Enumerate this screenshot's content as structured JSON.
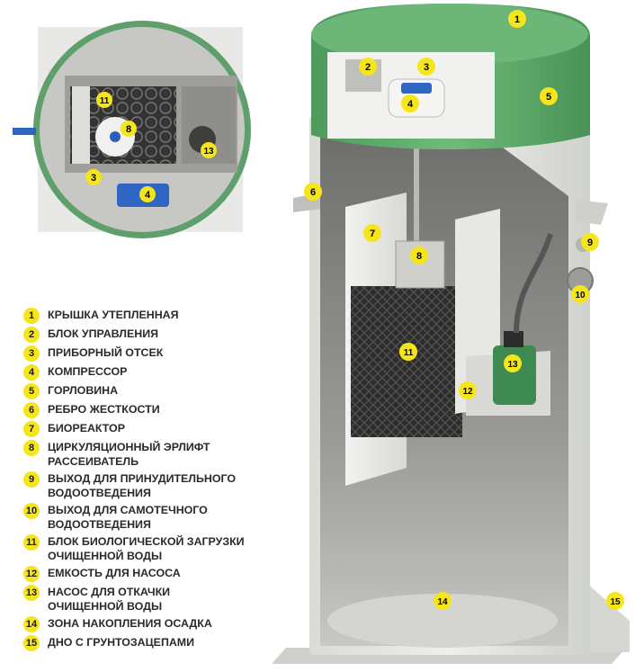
{
  "accent_color": "#f5e51b",
  "lid_color": "#5ea86a",
  "legend": [
    {
      "num": "1",
      "text": "КРЫШКА УТЕПЛЕННАЯ"
    },
    {
      "num": "2",
      "text": "БЛОК УПРАВЛЕНИЯ"
    },
    {
      "num": "3",
      "text": "ПРИБОРНЫЙ ОТСЕК"
    },
    {
      "num": "4",
      "text": "КОМПРЕССОР"
    },
    {
      "num": "5",
      "text": "ГОРЛОВИНА"
    },
    {
      "num": "6",
      "text": "РЕБРО ЖЕСТКОСТИ"
    },
    {
      "num": "7",
      "text": "БИОРЕАКТОР"
    },
    {
      "num": "8",
      "text": "ЦИРКУЛЯЦИОННЫЙ ЭРЛИФТ\nРАССЕИВАТЕЛЬ"
    },
    {
      "num": "9",
      "text": "ВЫХОД ДЛЯ ПРИНУДИТЕЛЬНОГО\nВОДООТВЕДЕНИЯ"
    },
    {
      "num": "10",
      "text": "ВЫХОД ДЛЯ САМОТЕЧНОГО\nВОДООТВЕДЕНИЯ"
    },
    {
      "num": "11",
      "text": "БЛОК БИОЛОГИЧЕСКОЙ ЗАГРУЗКИ\nОЧИЩЕННОЙ ВОДЫ"
    },
    {
      "num": "12",
      "text": "ЕМКОСТЬ ДЛЯ НАСОСА"
    },
    {
      "num": "13",
      "text": "НАСОС ДЛЯ ОТКАЧКИ\nОЧИЩЕННОЙ ВОДЫ"
    },
    {
      "num": "14",
      "text": "ЗОНА НАКОПЛЕНИЯ ОСАДКА"
    },
    {
      "num": "15",
      "text": "ДНО С ГРУНТОЗАЦЕПАМИ"
    }
  ],
  "top_view_badges": [
    "11",
    "8",
    "3",
    "13",
    "4"
  ],
  "main_view_badges": [
    "1",
    "2",
    "3",
    "4",
    "5",
    "6",
    "7",
    "8",
    "9",
    "10",
    "11",
    "12",
    "13",
    "14",
    "15"
  ]
}
